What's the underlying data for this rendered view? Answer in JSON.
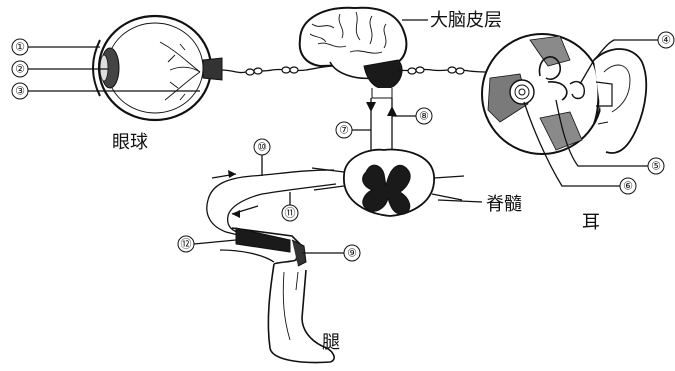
{
  "labels": {
    "cortex": "大脑皮层",
    "eyeball": "眼球",
    "spinal_cord": "脊髓",
    "ear": "耳",
    "leg": "腿"
  },
  "markers": [
    "①",
    "②",
    "③",
    "④",
    "⑤",
    "⑥",
    "⑦",
    "⑧",
    "⑨",
    "⑩",
    "⑪",
    "⑫"
  ]
}
